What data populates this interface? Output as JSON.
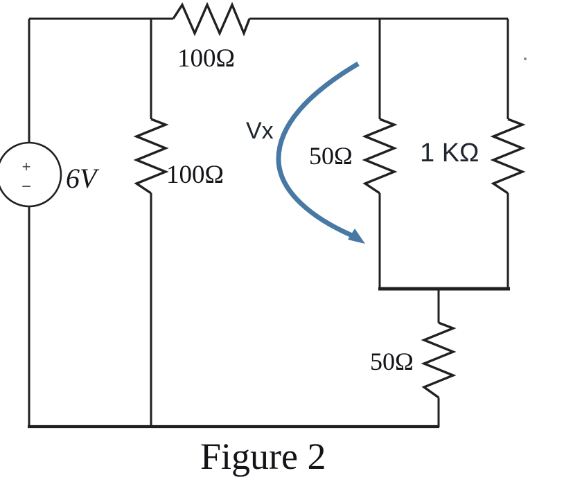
{
  "figure": {
    "caption": "Figure 2"
  },
  "source": {
    "label": "6V",
    "plus_sign": "+",
    "minus_sign": "−"
  },
  "resistors": [
    {
      "id": "top-100",
      "label": "100Ω"
    },
    {
      "id": "middle-100",
      "label": "100Ω"
    },
    {
      "id": "middle-50",
      "label": "50Ω"
    },
    {
      "id": "one-kilo",
      "label": "1 KΩ"
    },
    {
      "id": "bottom-50",
      "label": "50Ω"
    }
  ],
  "annotations": {
    "vx": "Vx"
  },
  "colors": {
    "wire": "#202020",
    "arrow": "#4878a4",
    "label-serif": "#131318",
    "label-sans": "#20262e",
    "sign": "#4a4a4a",
    "bg": "#ffffff"
  }
}
